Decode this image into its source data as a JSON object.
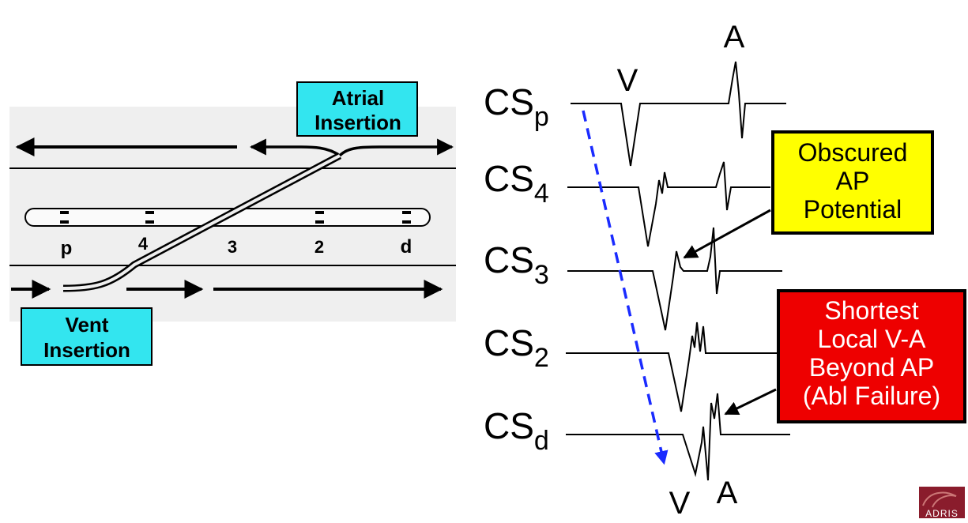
{
  "anatomy": {
    "atrial_insertion": [
      "Atrial",
      "Insertion"
    ],
    "vent_insertion": [
      "Vent",
      "Insertion"
    ],
    "electrodes": [
      "p",
      "4",
      "3",
      "2",
      "d"
    ]
  },
  "channels": [
    {
      "base": "CS",
      "sub": "p"
    },
    {
      "base": "CS",
      "sub": "4"
    },
    {
      "base": "CS",
      "sub": "3"
    },
    {
      "base": "CS",
      "sub": "2"
    },
    {
      "base": "CS",
      "sub": "d"
    }
  ],
  "wave_labels": {
    "top_v": "V",
    "top_a": "A",
    "bottom_v": "V",
    "bottom_a": "A"
  },
  "callouts": {
    "obscured": [
      "Obscured",
      "AP",
      "Potential"
    ],
    "shortest": [
      "Shortest",
      "Local V-A",
      "Beyond AP",
      "(Abl Failure)"
    ]
  },
  "logo_text": "ADRIS",
  "colors": {
    "cyan_box": "#33e5ef",
    "yellow_box": "#ffff00",
    "red_box": "#ee0000",
    "arrow_blue": "#1a2bff",
    "panel_bg": "#efefef"
  }
}
